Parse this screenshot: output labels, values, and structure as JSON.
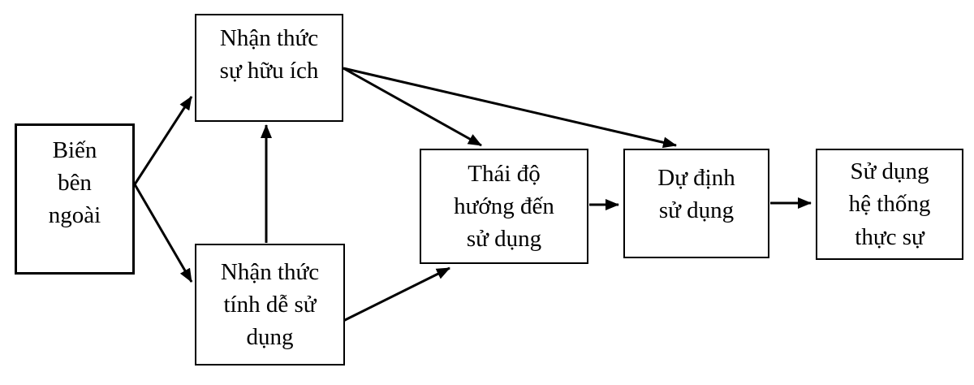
{
  "diagram": {
    "colors": {
      "background": "#ffffff",
      "box_fill": "#ffffff",
      "box_border": "#000000",
      "text": "#000000",
      "arrow": "#000000"
    },
    "nodes": [
      {
        "id": "external-variables",
        "label": "Biến\nbên\nngoài"
      },
      {
        "id": "perceived-usefulness",
        "label": "Nhận thức\nsự hữu ích"
      },
      {
        "id": "perceived-ease-of-use",
        "label": "Nhận thức\ntính dễ sử\ndụng"
      },
      {
        "id": "attitude-toward-using",
        "label": "Thái độ\nhướng đến\nsử dụng"
      },
      {
        "id": "intention-to-use",
        "label": "Dự định\nsử dụng"
      },
      {
        "id": "actual-system-use",
        "label": "Sử dụng\nhệ thống\nthực sự"
      }
    ],
    "edges": [
      {
        "from": "external-variables",
        "to": "perceived-usefulness"
      },
      {
        "from": "external-variables",
        "to": "perceived-ease-of-use"
      },
      {
        "from": "perceived-ease-of-use",
        "to": "perceived-usefulness"
      },
      {
        "from": "perceived-usefulness",
        "to": "attitude-toward-using"
      },
      {
        "from": "perceived-usefulness",
        "to": "intention-to-use"
      },
      {
        "from": "perceived-ease-of-use",
        "to": "attitude-toward-using"
      },
      {
        "from": "attitude-toward-using",
        "to": "intention-to-use"
      },
      {
        "from": "intention-to-use",
        "to": "actual-system-use"
      }
    ]
  }
}
